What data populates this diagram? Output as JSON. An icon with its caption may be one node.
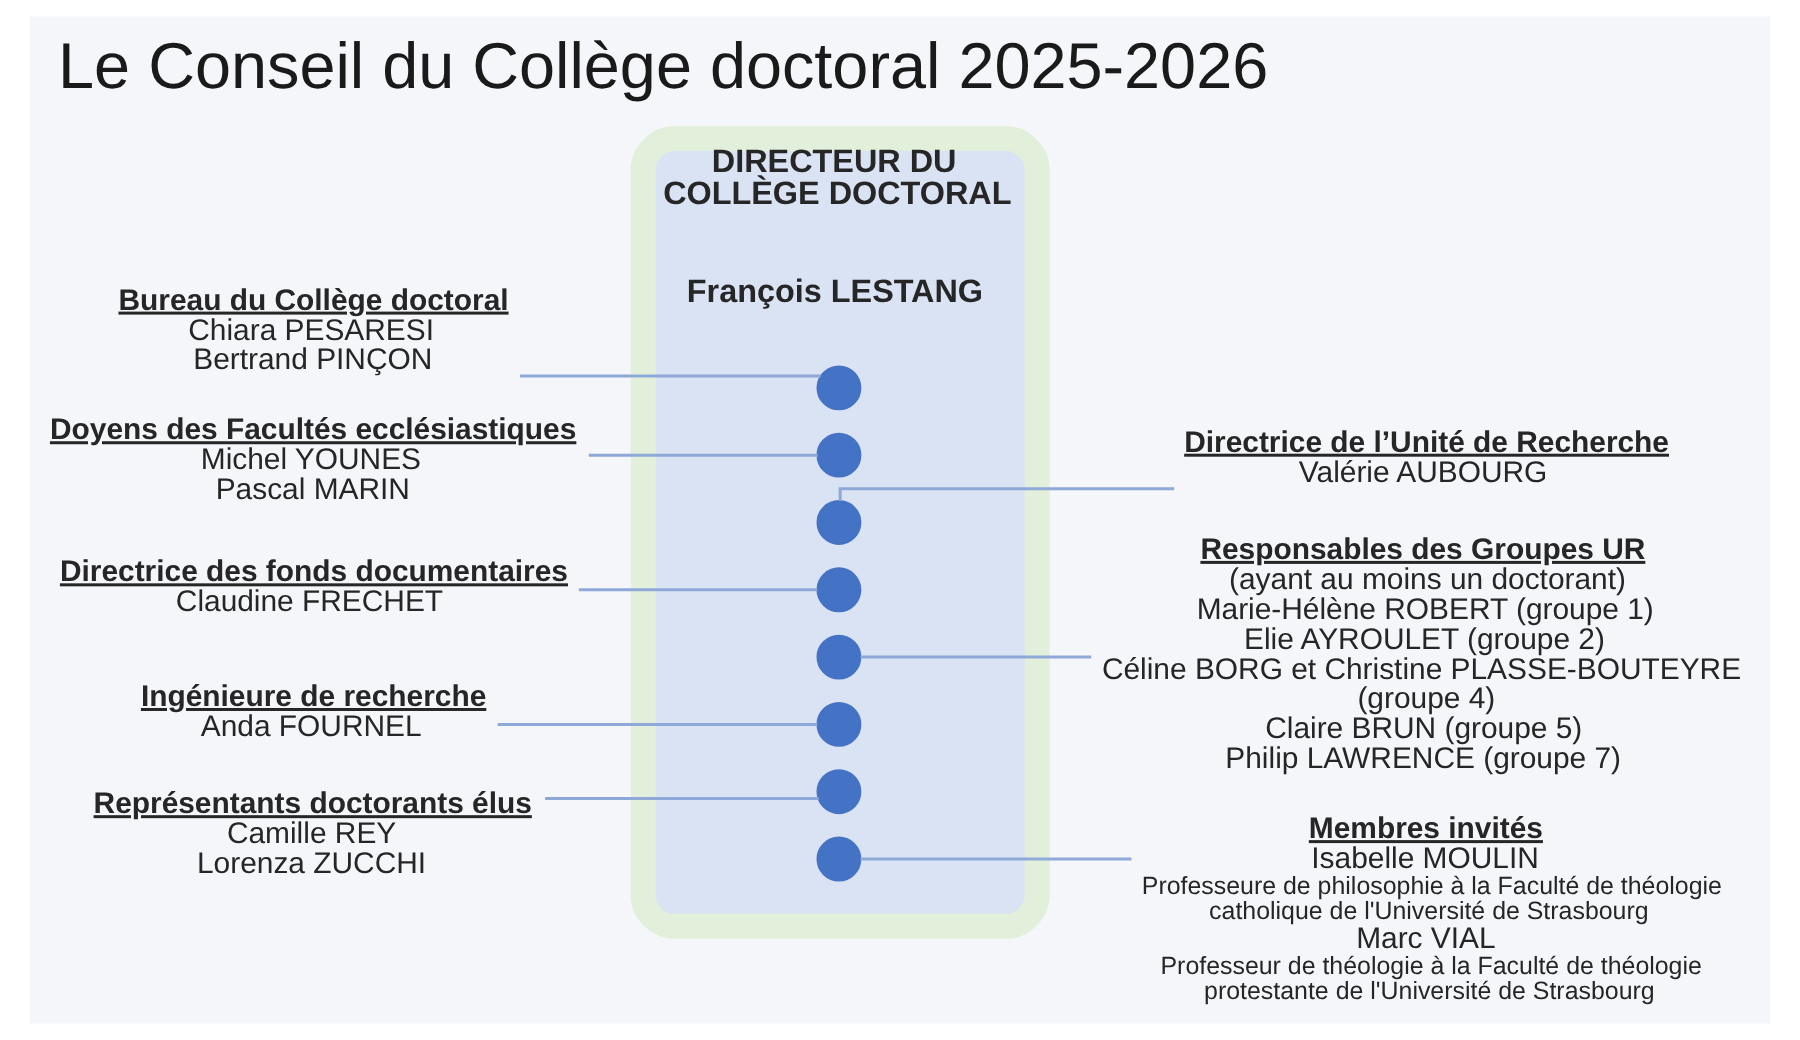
{
  "diagram": {
    "title": "Le Conseil du Collège doctoral 2025-2026",
    "nodes": [
      {
        "text": [
          "Bureau du Collège doctoral",
          "Chiara PESARESI",
          "Bertrand PINÇON"
        ]
      },
      {
        "text": [
          "Doyens des Facultés ecclésiastiques",
          "Michel YOUNES",
          "Pascal MARIN"
        ]
      },
      {
        "text": [
          "Directrice de l’Unité de Recherche",
          "Valérie AUBOURG"
        ]
      },
      {
        "text": [
          "Directrice des fonds documentaires",
          "Claudine FRECHET"
        ]
      },
      {
        "text": [
          "Responsables des Groupes UR",
          "(ayant au moins un doctorant)",
          "Marie-Hélène ROBERT (groupe 1)",
          "Elie AYROULET (groupe 2)",
          "Céline BORG et Christine PLASSE-BOUTEYRE (groupe 4)",
          "Claire BRUN (groupe 5)",
          "Philip LAWRENCE (groupe 7)"
        ]
      },
      {
        "text": [
          "DIRECTEUR DU COLLÈGE DOCTORAL",
          "François LESTANG"
        ]
      },
      {
        "text": [
          "Ingénieure de recherche",
          "Anda FOURNEL"
        ]
      },
      {
        "text": [
          "Représentants doctorants élus",
          "Camille REY",
          "Lorenza ZUCCHI"
        ]
      },
      {
        "text": [
          "Membres invités",
          "Isabelle MOULIN",
          "Professeure de philosophie à la Faculté de théologie catholique de l'Université de Strasbourg",
          "Marc VIAL",
          "Professeur de théologie à la Faculté de théologie protestante de l'Université de Strasbourg"
        ]
      },
      {
        "text": [],
        "shape": "circle",
        "in": 5
      },
      {
        "text": [],
        "shape": "circle",
        "in": 5
      },
      {
        "text": [],
        "shape": "circle",
        "in": 5
      },
      {
        "text": [],
        "shape": "circle",
        "in": 5
      },
      {
        "text": [],
        "shape": "circle",
        "in": 5
      },
      {
        "text": [],
        "shape": "circle",
        "in": 5
      },
      {
        "text": [],
        "shape": "circle",
        "in": 5
      },
      {
        "text": [],
        "shape": "circle",
        "in": 5
      }
    ],
    "edges": [
      {
        "from": 0,
        "to": 9,
        "arrow": "none"
      },
      {
        "from": 1,
        "to": 10,
        "arrow": "none"
      },
      {
        "from": 11,
        "to": 2,
        "arrow": "none"
      },
      {
        "from": 3,
        "to": 12,
        "arrow": "none"
      },
      {
        "from": 13,
        "to": 4,
        "arrow": "none"
      },
      {
        "from": 6,
        "to": 14,
        "arrow": "none"
      },
      {
        "from": 7,
        "to": 15,
        "arrow": "none"
      },
      {
        "from": 16,
        "to": 8,
        "arrow": "none"
      }
    ]
  }
}
